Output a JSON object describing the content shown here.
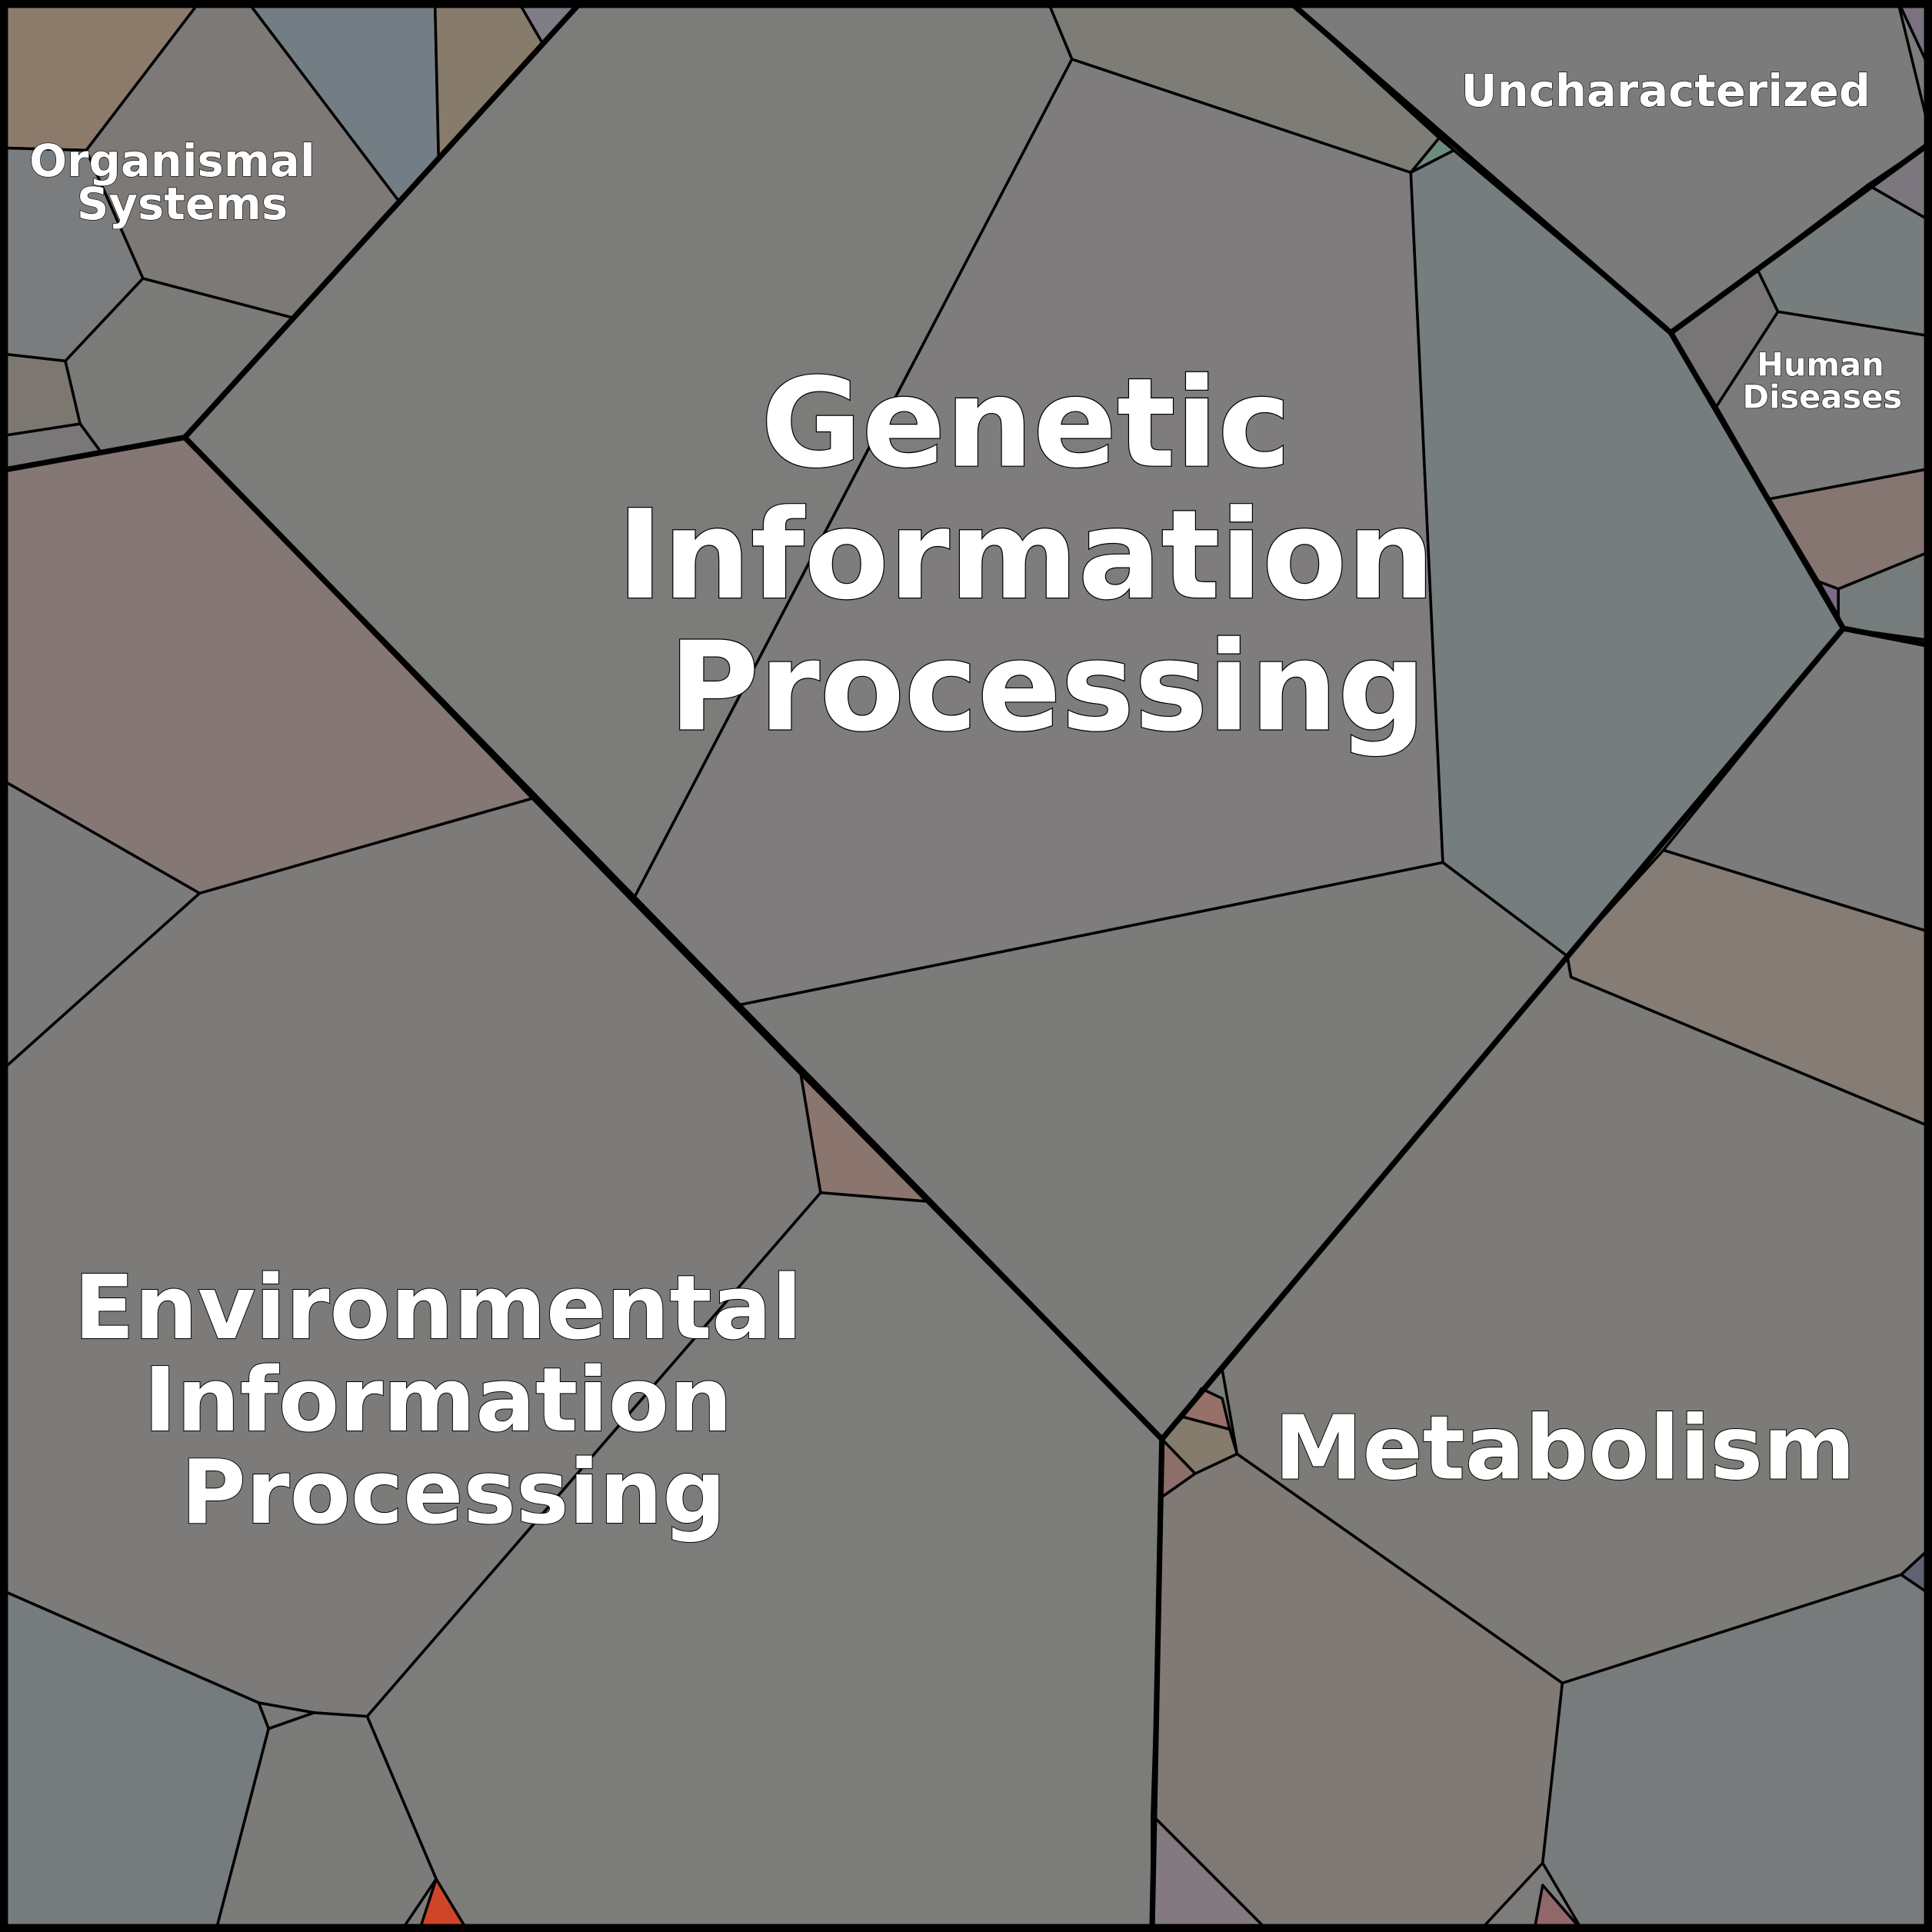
{
  "diagram": {
    "type": "voronoi-treemap",
    "categories": [
      {
        "name": "Genetic Information Processing",
        "lines": [
          "Genetic",
          "Information",
          "Processing"
        ]
      },
      {
        "name": "Environmental Information Processing",
        "lines": [
          "Environmental",
          "Information",
          "Processing"
        ]
      },
      {
        "name": "Metabolism",
        "lines": [
          "Metabolism"
        ]
      },
      {
        "name": "Organismal Systems",
        "lines": [
          "Organismal",
          "Systems"
        ]
      },
      {
        "name": "Uncharacterized",
        "lines": [
          "Uncharacterized"
        ]
      },
      {
        "name": "Human Diseases",
        "lines": [
          "Human",
          "Diseases"
        ]
      }
    ],
    "colors": {
      "base": "#7c7c7a",
      "border": "#000000",
      "label": "#ffffff",
      "accent_red": "#cf4527"
    }
  }
}
